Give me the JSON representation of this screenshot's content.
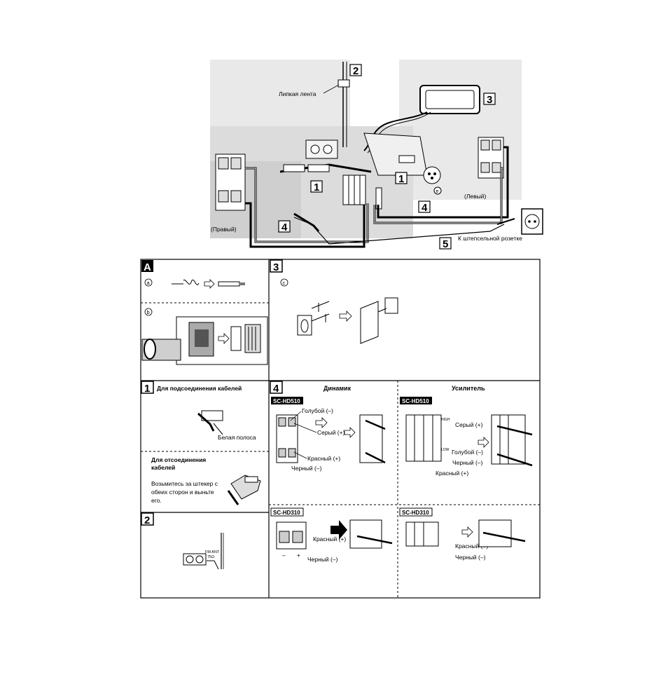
{
  "top": {
    "label_tape": "Липкая лента",
    "label_left": "(Левый)",
    "label_right": "(Правый)",
    "label_outlet": "К штепсельной розетке",
    "mark_e": "e",
    "callouts": [
      "1",
      "1",
      "2",
      "3",
      "4",
      "4",
      "5"
    ]
  },
  "panel_A": {
    "letter": "A",
    "sub_a": "a",
    "sub_b": "b"
  },
  "panel_3": {
    "num": "3",
    "sub_c": "c"
  },
  "panel_1": {
    "num": "1",
    "title_connect": "Для подсоединения кабелей",
    "white_stripe": "Белая полоса",
    "title_disconnect_line1": "Для отсоединения",
    "title_disconnect_line2": "кабелей",
    "instr_line1": "Возьмитесь за штекер с",
    "instr_line2": "обеих сторон и выньте",
    "instr_line3": "его."
  },
  "panel_2": {
    "num": "2",
    "fm_ant": "FM ANT",
    "ohm": "75Ω"
  },
  "panel_4": {
    "num": "4",
    "speaker_title": "Динамик",
    "amp_title": "Усилитель",
    "model_510": "SC-HD510",
    "model_310": "SC-HD310",
    "blue": "Голубой (–)",
    "gray": "Серый (+)",
    "red": "Красный (+)",
    "black": "Черный (–)",
    "minus": "–",
    "plus": "+",
    "high": "HIGH",
    "low": "LOW"
  }
}
